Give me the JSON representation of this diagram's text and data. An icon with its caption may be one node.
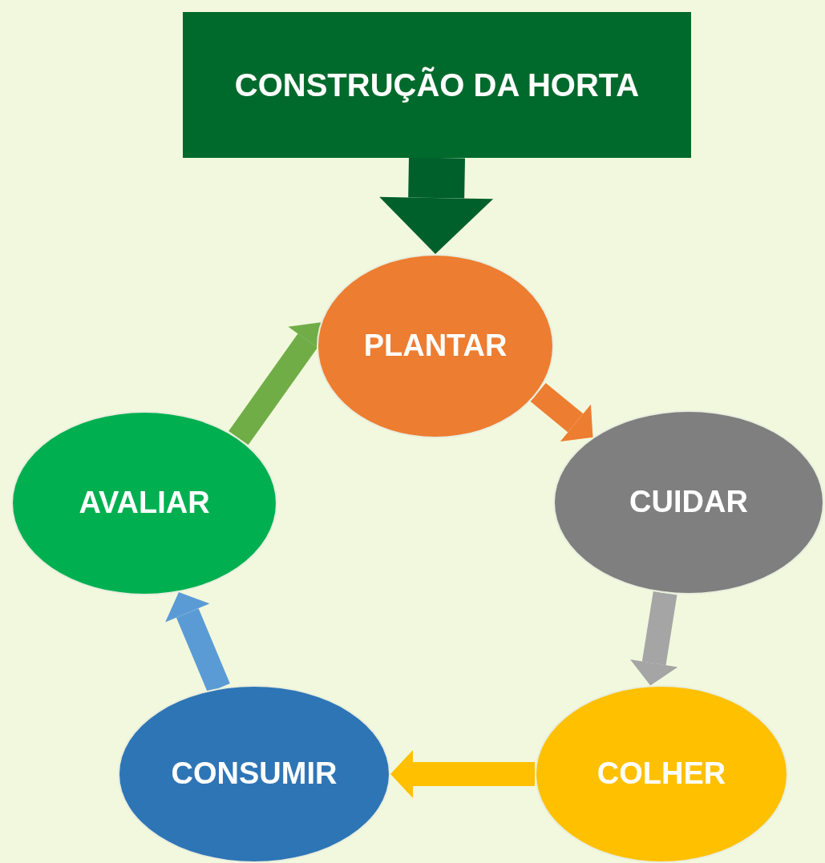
{
  "diagram": {
    "nodes": [
      {
        "text": [
          "CONSTRUÇÃO DA HORTA"
        ]
      },
      {
        "text": [
          "PLANTAR"
        ]
      },
      {
        "text": [
          "CUIDAR"
        ]
      },
      {
        "text": [
          "COLHER"
        ]
      },
      {
        "text": [
          "CONSUMIR"
        ]
      },
      {
        "text": [
          "AVALIAR"
        ]
      }
    ],
    "edges": [
      {
        "from": 0,
        "to": 1,
        "arrow": "to",
        "style": "thick",
        "color": "#00602b"
      },
      {
        "from": 1,
        "to": 2,
        "arrow": "to",
        "color": "#ed7d31"
      },
      {
        "from": 2,
        "to": 3,
        "arrow": "to",
        "color": "#a5a5a5"
      },
      {
        "from": 3,
        "to": 4,
        "arrow": "to",
        "color": "#ffc000"
      },
      {
        "from": 4,
        "to": 5,
        "arrow": "to",
        "color": "#5b9bd5"
      },
      {
        "from": 5,
        "to": 1,
        "arrow": "to",
        "color": "#70ad47"
      }
    ]
  }
}
